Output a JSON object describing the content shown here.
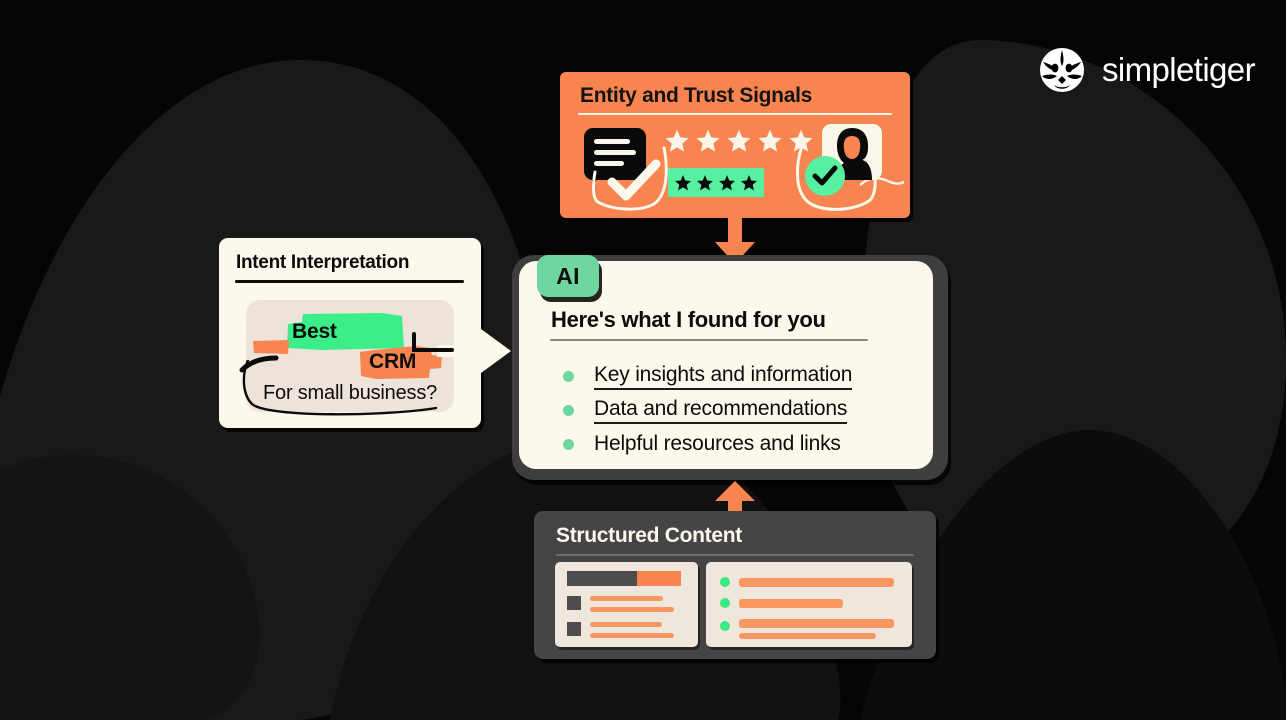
{
  "brand": {
    "name": "simpletiger",
    "logo_icon": "tiger-face-icon",
    "text_color": "#FFFFFF"
  },
  "colors": {
    "background": "#050505",
    "background_blob": "#191919",
    "orange": "#F8844F",
    "orange_light": "#F8975F",
    "green": "#56F0A0",
    "green_muted": "#6FD69F",
    "green_dot": "#3BE97E",
    "cream": "#FDF8EC",
    "cream_alt": "#EFE6DC",
    "dark_frame": "#3E3E3E",
    "dark_panel": "#454545",
    "ink": "#0C0C0C"
  },
  "trust_panel": {
    "title": "Entity and Trust Signals",
    "icons": {
      "chat": "chat-bubble-icon",
      "chat_check": "check-icon",
      "stars_outline_count": 5,
      "stars_filled_count": 4,
      "avatar": "user-avatar-icon",
      "verified": "verified-check-icon"
    }
  },
  "intent_card": {
    "title": "Intent Interpretation",
    "query_highlight_green": "Best",
    "query_highlight_orange": "CRM",
    "query_tail": "For small business?"
  },
  "ai_card": {
    "badge": "AI",
    "heading": "Here's what I found for you",
    "items": [
      {
        "text": "Key insights and information",
        "underlined": true
      },
      {
        "text": "Data and recommendations",
        "underlined": true
      },
      {
        "text": "Helpful resources and links",
        "underlined": false
      }
    ]
  },
  "structured_panel": {
    "title": "Structured Content",
    "left_card": {
      "header_segments": [
        "dark",
        "orange"
      ],
      "rows": [
        {
          "checkbox": true,
          "bars": [
            2
          ]
        },
        {
          "checkbox": true,
          "bars": [
            2
          ]
        }
      ]
    },
    "right_card": {
      "rows": [
        {
          "dot": true,
          "bars": 1
        },
        {
          "dot": true,
          "bars": 1
        },
        {
          "dot": true,
          "bars": 2
        }
      ]
    }
  },
  "arrows": {
    "intent_to_ai": {
      "direction": "right",
      "color": "#FDF8EC"
    },
    "trust_to_ai": {
      "direction": "down",
      "color": "#F8844F"
    },
    "structured_to_ai": {
      "direction": "up",
      "color": "#F8844F"
    }
  }
}
